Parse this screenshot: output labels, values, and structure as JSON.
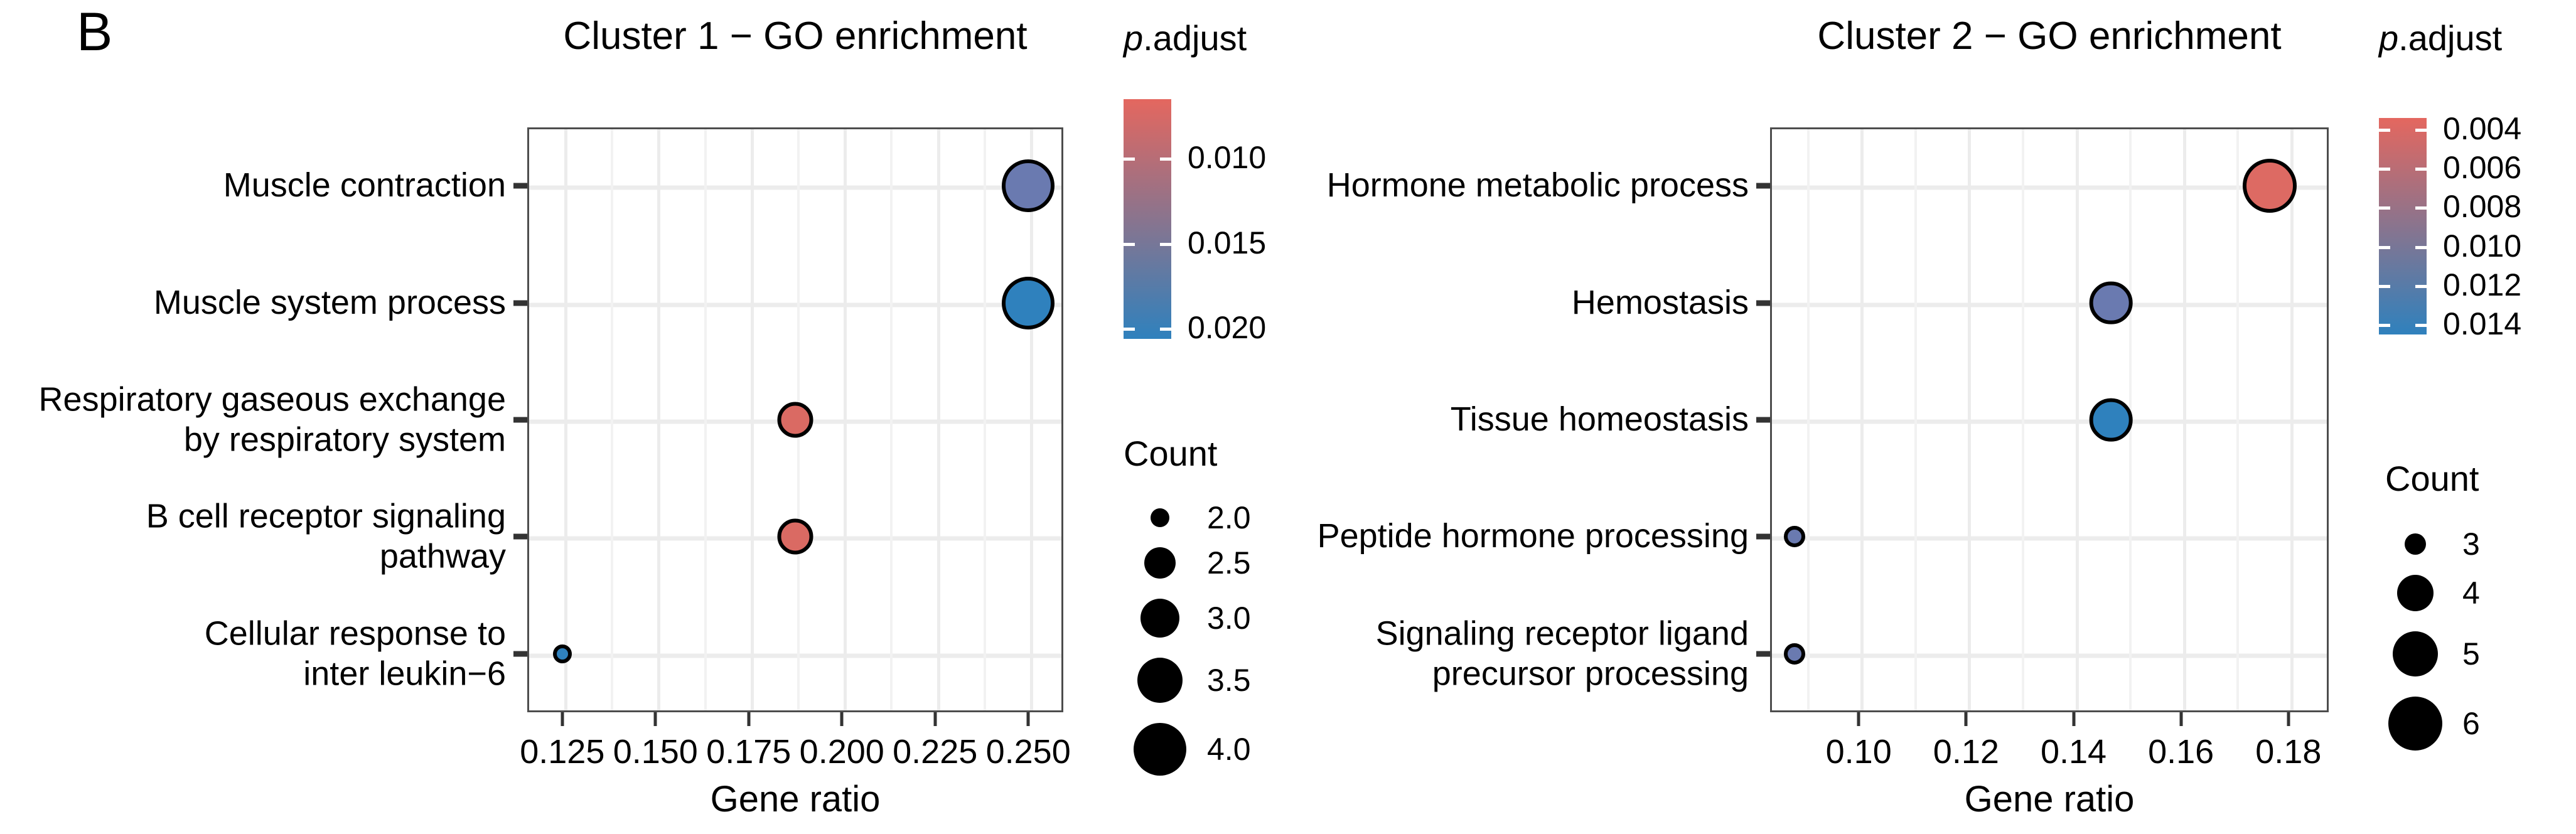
{
  "panel_label": "B",
  "chart_data": [
    {
      "type": "scatter",
      "id": "cluster1",
      "title": "Cluster 1 − GO enrichment",
      "xlabel": "Gene ratio",
      "ylabel": "",
      "xlim": [
        0.1156,
        0.2594
      ],
      "xticks": [
        0.125,
        0.15,
        0.175,
        0.2,
        0.225,
        0.25
      ],
      "xticklabels": [
        "0.125",
        "0.150",
        "0.175",
        "0.200",
        "0.225",
        "0.250"
      ],
      "categories": [
        "Muscle contraction",
        "Muscle system process",
        "Respiratory gaseous exchange\nby respiratory system",
        "B cell receptor signaling\npathway",
        "Cellular response to\ninter leukin−6"
      ],
      "points": [
        {
          "category": "Muscle contraction",
          "gene_ratio": 0.25,
          "p_adjust": 0.0168,
          "count": 4.0,
          "color": "#6a7ab0"
        },
        {
          "category": "Muscle system process",
          "gene_ratio": 0.25,
          "p_adjust": 0.02,
          "count": 4.0,
          "color": "#2f81bd"
        },
        {
          "category": "Respiratory gaseous exchange by respiratory system",
          "gene_ratio": 0.1875,
          "p_adjust": 0.0085,
          "count": 3.0,
          "color": "#da6a63"
        },
        {
          "category": "B cell receptor signaling pathway",
          "gene_ratio": 0.1875,
          "p_adjust": 0.0085,
          "count": 3.0,
          "color": "#da6a63"
        },
        {
          "category": "Cellular response to inter leukin-6",
          "gene_ratio": 0.125,
          "p_adjust": 0.02,
          "count": 2.0,
          "color": "#2f81bd"
        }
      ],
      "grid": true,
      "legend_position": "right",
      "color_legend": {
        "title": "p.adjust",
        "title_italic_part": "p",
        "title_rest": ".adjust",
        "ticks": [
          0.01,
          0.015,
          0.02
        ],
        "ticklabels": [
          "0.010",
          "0.015",
          "0.020"
        ],
        "vmin": 0.00655,
        "vmax": 0.02065,
        "high_color": "#e4675f",
        "low_color": "#2f81bd"
      },
      "size_legend": {
        "title": "Count",
        "values": [
          2.0,
          2.5,
          3.0,
          3.5,
          4.0
        ],
        "labels": [
          "2.0",
          "2.5",
          "3.0",
          "3.5",
          "4.0"
        ],
        "diameters": [
          30,
          50,
          62,
          72,
          84
        ]
      }
    },
    {
      "type": "scatter",
      "id": "cluster2",
      "title": "Cluster 2 − GO enrichment",
      "xlabel": "Gene ratio",
      "ylabel": "",
      "xlim": [
        0.0835,
        0.1875
      ],
      "xticks": [
        0.1,
        0.12,
        0.14,
        0.16,
        0.18
      ],
      "xticklabels": [
        "0.10",
        "0.12",
        "0.14",
        "0.16",
        "0.18"
      ],
      "categories": [
        "Hormone metabolic process",
        "Hemostasis",
        "Tissue homeostasis",
        "Peptide hormone processing",
        "Signaling receptor ligand\nprecursor processing"
      ],
      "points": [
        {
          "category": "Hormone metabolic process",
          "gene_ratio": 0.1765,
          "p_adjust": 0.0042,
          "count": 6.0,
          "color": "#dd6a63"
        },
        {
          "category": "Hemostasis",
          "gene_ratio": 0.147,
          "p_adjust": 0.0113,
          "count": 5.0,
          "color": "#6a7ab0"
        },
        {
          "category": "Tissue homeostasis",
          "gene_ratio": 0.147,
          "p_adjust": 0.014,
          "count": 5.0,
          "color": "#2f81bd"
        },
        {
          "category": "Peptide hormone processing",
          "gene_ratio": 0.088,
          "p_adjust": 0.0113,
          "count": 3.0,
          "color": "#6a7ab0"
        },
        {
          "category": "Signaling receptor ligand precursor processing",
          "gene_ratio": 0.088,
          "p_adjust": 0.0113,
          "count": 3.0,
          "color": "#6a7ab0"
        }
      ],
      "grid": true,
      "legend_position": "right",
      "color_legend": {
        "title": "p.adjust",
        "title_italic_part": "p",
        "title_rest": ".adjust",
        "ticks": [
          0.004,
          0.006,
          0.008,
          0.01,
          0.012,
          0.014
        ],
        "ticklabels": [
          "0.004",
          "0.006",
          "0.008",
          "0.010",
          "0.012",
          "0.014"
        ],
        "vmin": 0.00345,
        "vmax": 0.01455,
        "high_color": "#e4675f",
        "low_color": "#2f81bd"
      },
      "size_legend": {
        "title": "Count",
        "values": [
          3,
          4,
          5,
          6
        ],
        "labels": [
          "3",
          "4",
          "5",
          "6"
        ],
        "diameters": [
          34,
          58,
          72,
          86
        ]
      }
    }
  ]
}
